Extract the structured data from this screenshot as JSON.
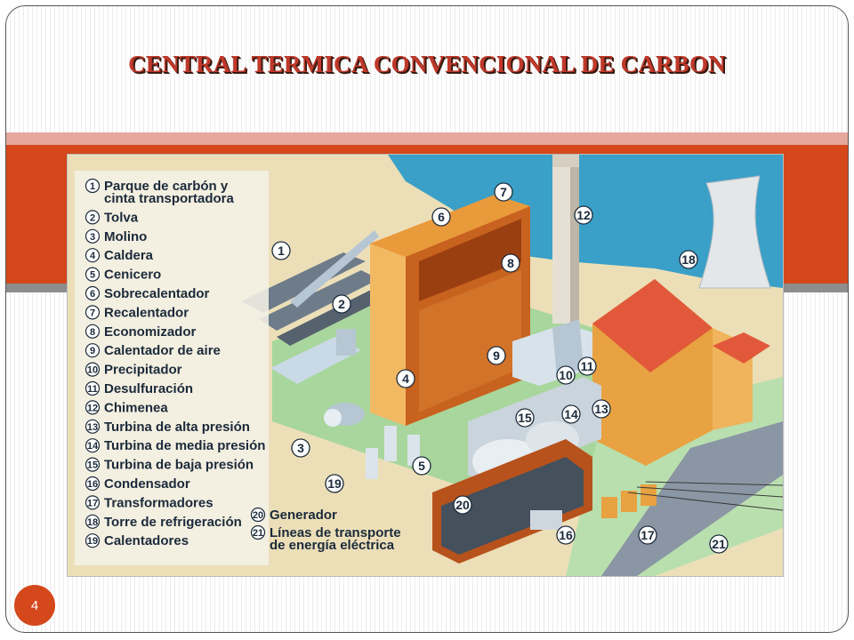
{
  "slide": {
    "title": "CENTRAL TERMICA CONVENCIONAL DE CARBON",
    "page_number": "4"
  },
  "legend": [
    {
      "num": "1",
      "lines": [
        "Parque de carbón y",
        "cinta transportadora"
      ]
    },
    {
      "num": "2",
      "lines": [
        "Tolva"
      ]
    },
    {
      "num": "3",
      "lines": [
        "Molino"
      ]
    },
    {
      "num": "4",
      "lines": [
        "Caldera"
      ]
    },
    {
      "num": "5",
      "lines": [
        "Cenicero"
      ]
    },
    {
      "num": "6",
      "lines": [
        "Sobrecalentador"
      ]
    },
    {
      "num": "7",
      "lines": [
        "Recalentador"
      ]
    },
    {
      "num": "8",
      "lines": [
        "Economizador"
      ]
    },
    {
      "num": "9",
      "lines": [
        "Calentador de aire"
      ]
    },
    {
      "num": "10",
      "lines": [
        "Precipitador"
      ]
    },
    {
      "num": "11",
      "lines": [
        "Desulfuración"
      ]
    },
    {
      "num": "12",
      "lines": [
        "Chimenea"
      ]
    },
    {
      "num": "13",
      "lines": [
        "Turbina de alta presión"
      ]
    },
    {
      "num": "14",
      "lines": [
        "Turbina de media presión"
      ]
    },
    {
      "num": "15",
      "lines": [
        "Turbina de baja presión"
      ]
    },
    {
      "num": "16",
      "lines": [
        "Condensador"
      ]
    },
    {
      "num": "17",
      "lines": [
        "Transformadores"
      ]
    },
    {
      "num": "18",
      "lines": [
        "Torre de refrigeración"
      ]
    },
    {
      "num": "19",
      "lines": [
        "Calentadores"
      ]
    },
    {
      "num": "20",
      "lines": [
        "Generador"
      ]
    },
    {
      "num": "21",
      "lines": [
        "Líneas de transporte",
        "de energía eléctrica"
      ]
    }
  ],
  "callouts": [
    "1",
    "2",
    "3",
    "4",
    "5",
    "6",
    "7",
    "8",
    "9",
    "10",
    "11",
    "12",
    "13",
    "14",
    "15",
    "16",
    "17",
    "18",
    "19",
    "20",
    "21"
  ]
}
